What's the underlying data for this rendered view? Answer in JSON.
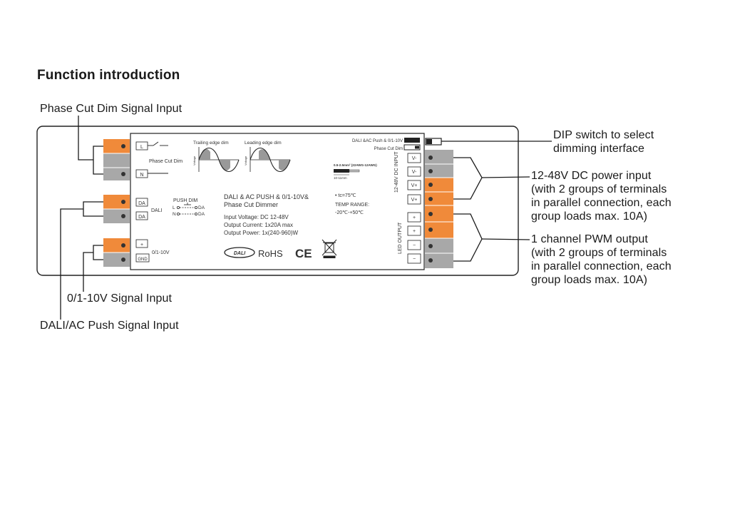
{
  "title": "Function introduction",
  "callouts": {
    "phase_cut": "Phase Cut Dim Signal Input",
    "zero_ten": "0/1-10V Signal Input",
    "dali_push": "DALI/AC Push Signal Input",
    "dip": [
      "DIP switch to select",
      "dimming interface"
    ],
    "power": [
      "12-48V DC power input",
      "(with 2 groups of terminals",
      "in parallel connection, each",
      "group loads max. 10A)"
    ],
    "pwm": [
      "1 channel PWM output",
      "(with 2 groups of terminals",
      "in parallel connection, each",
      "group loads max. 10A)"
    ]
  },
  "label": {
    "left_terminals": [
      "L",
      "N",
      "DA",
      "DA",
      "+",
      "GND"
    ],
    "phase_cut_dim": "Phase Cut Dim",
    "dali": "DALI",
    "zero_ten": "0/1-10V",
    "push_dim": "PUSH DIM",
    "push_l": "L",
    "push_n": "N",
    "push_da1": "DA",
    "push_da2": "DA",
    "trailing": "Trailing edge dim",
    "leading": "Leading edge dim",
    "voltage_axis": "Voltage",
    "product_line1": "DALI & AC PUSH & 0/1-10V&",
    "product_line2": "Phase Cut Dimmer",
    "spec1": "Input Voltage: DC 12-48V",
    "spec2": "Output Current: 1x20A max",
    "spec3": "Output Power: 1x(240-960)W",
    "dali_logo": "DALI",
    "rohs": "RoHS",
    "ce": "CE",
    "wire_spec": "0.5-2.5mm² (22AWG-12AWG)",
    "strip_len": "10-11mm",
    "tc": "• tc=75℃",
    "temp_range": "TEMP RANGE:",
    "temp_values": "-20℃-+50℃",
    "dip_line1": "DALI &AC Push & 0/1-10V",
    "dip_line2": "Phase Cut Dim",
    "input_label": "12-48V DC INPUT",
    "output_label": "LED OUTPUT",
    "right_terminals": [
      "V-",
      "V-",
      "V+",
      "V+",
      "+",
      "+",
      "−",
      "−"
    ]
  },
  "colors": {
    "orange": "#f08a3a",
    "gray": "#a8a8a8",
    "outline": "#222222"
  }
}
